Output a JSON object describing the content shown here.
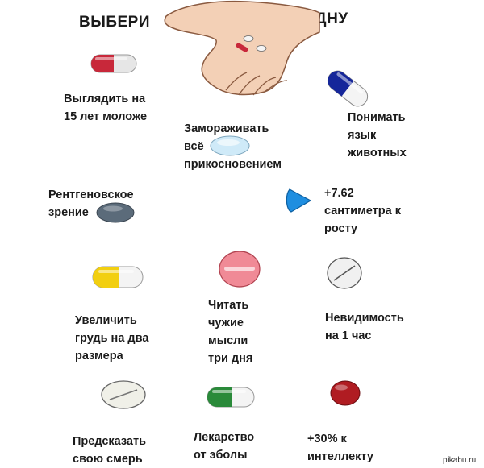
{
  "header": {
    "left": "ВЫБЕРИ",
    "right": "ОДНУ"
  },
  "options": [
    {
      "id": "younger",
      "label": "Выглядить на\n15 лет моложе",
      "pill": "capsule",
      "colors": [
        "#c8283a",
        "#e6e6e6"
      ]
    },
    {
      "id": "freeze",
      "label": "Замораживать\nвсё\nприкосновением",
      "pill": "oval",
      "colors": [
        "#cfeaf8"
      ]
    },
    {
      "id": "animals",
      "label": "Понимать\nязык\nживотных",
      "pill": "capsule",
      "colors": [
        "#15269a",
        "#f4f4f4"
      ]
    },
    {
      "id": "xray",
      "label": "Рентгеновское\nзрение",
      "pill": "oval",
      "colors": [
        "#5b6b7a"
      ]
    },
    {
      "id": "height",
      "label": "+7.62\nсантиметра к\nросту",
      "pill": "triangle",
      "colors": [
        "#1f8ee0"
      ]
    },
    {
      "id": "breast",
      "label": "Увеличить\nгрудь на два\nразмера",
      "pill": "capsule",
      "colors": [
        "#f2cf10",
        "#f4f4f4"
      ]
    },
    {
      "id": "minds",
      "label": "Читать\nчужие\nмысли\nтри дня",
      "pill": "round-scored",
      "colors": [
        "#f08a96"
      ]
    },
    {
      "id": "invisible",
      "label": "Невидимость\nна 1 час",
      "pill": "round-scored",
      "colors": [
        "#f0f0f0"
      ]
    },
    {
      "id": "death",
      "label": "Предсказать\nсвою смерь",
      "pill": "oval-scored",
      "colors": [
        "#f0f0e8"
      ]
    },
    {
      "id": "ebola",
      "label": "Лекарство\nот эболы",
      "pill": "capsule",
      "colors": [
        "#2a8a3a",
        "#f4f4f4"
      ]
    },
    {
      "id": "intellect",
      "label": "+30% к\nинтеллекту",
      "pill": "oval",
      "colors": [
        "#b01c22"
      ]
    }
  ],
  "watermark": "pikabu.ru"
}
